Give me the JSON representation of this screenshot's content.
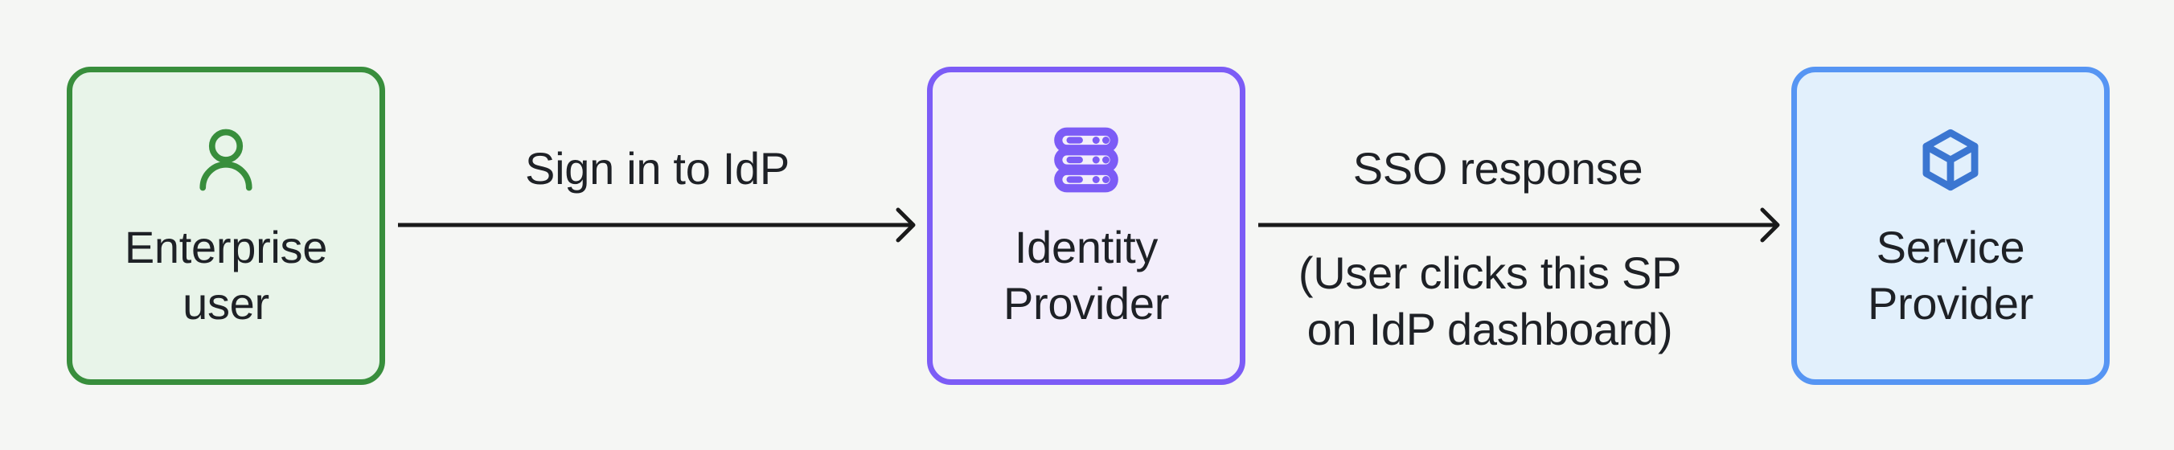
{
  "canvas": {
    "background": "#f5f6f4",
    "text_color": "#1e2126",
    "arrow_color": "#1a1a1a"
  },
  "diagram": {
    "type": "flow",
    "nodes": [
      {
        "id": "enterprise-user",
        "label": "Enterprise user",
        "line1": "Enterprise",
        "line2": "user",
        "icon": "user-icon",
        "icon_color": "#388e3c",
        "border_color": "#388e3c",
        "fill_color": "#e8f4e9"
      },
      {
        "id": "identity-provider",
        "label": "Identity Provider",
        "line1": "Identity",
        "line2": "Provider",
        "icon": "server-stack-icon",
        "icon_color": "#7c5cf6",
        "border_color": "#7c5cf6",
        "fill_color": "#f3eefb"
      },
      {
        "id": "service-provider",
        "label": "Service Provider",
        "line1": "Service",
        "line2": "Provider",
        "icon": "cube-icon",
        "icon_color": "#3b76d1",
        "border_color": "#5695f3",
        "fill_color": "#e2f0fc"
      }
    ],
    "edges": [
      {
        "id": "edge-user-to-idp",
        "from": "Enterprise user",
        "to": "Identity Provider",
        "label": "Sign in to IdP",
        "sublabel_line1": "",
        "sublabel_line2": ""
      },
      {
        "id": "edge-idp-to-sp",
        "from": "Identity Provider",
        "to": "Service Provider",
        "label": "SSO response",
        "sublabel_line1": "(User clicks this SP",
        "sublabel_line2": "on IdP dashboard)"
      }
    ]
  }
}
